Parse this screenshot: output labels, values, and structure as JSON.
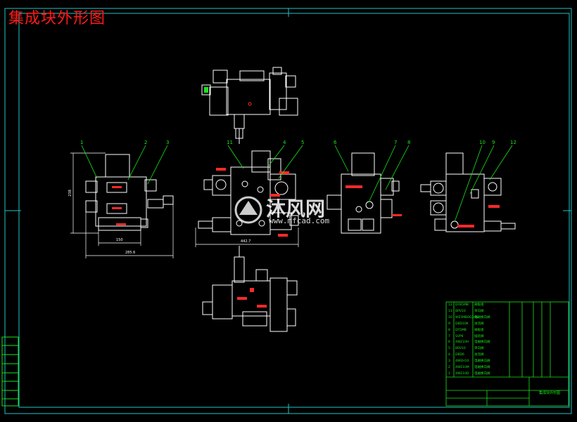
{
  "drawing": {
    "title": "集成块外形图",
    "watermark_text": "沐风网",
    "watermark_url": "www.mfcad.com"
  },
  "balloons": [
    "1",
    "2",
    "3",
    "11",
    "4",
    "5",
    "6",
    "7",
    "8",
    "10",
    "9",
    "12"
  ],
  "dimensions": {
    "height_left": "238",
    "width_150": "150",
    "width_285": "285.6",
    "width_442": "442.7"
  },
  "bom_rows": [
    [
      "12",
      "DFB5MB",
      "阀板组"
    ],
    [
      "11",
      "BRV10",
      "单向阀"
    ],
    [
      "10",
      "WE5MB0G24N",
      "电磁换向阀"
    ],
    [
      "9",
      "DBD10K",
      "溢流阀"
    ],
    [
      "8",
      "DF5MB",
      "阀板组"
    ],
    [
      "7",
      "SVP6",
      "插装阀"
    ],
    [
      "6",
      "4WE10H",
      "电磁换向阀"
    ],
    [
      "5",
      "BRV10",
      "单向阀"
    ],
    [
      "4",
      "DBD6",
      "溢流阀"
    ],
    [
      "3",
      "4WEH10",
      "电磁换向阀"
    ],
    [
      "2",
      "4WE10M",
      "电磁换向阀"
    ],
    [
      "1",
      "4WE10D",
      "电磁换向阀"
    ]
  ],
  "title_block_name": "集成块外形图",
  "colors": {
    "frame": "#21c4c4",
    "line": "#ffffff",
    "dim": "#19e619",
    "red": "#ff2a2a",
    "bg": "#000000"
  }
}
